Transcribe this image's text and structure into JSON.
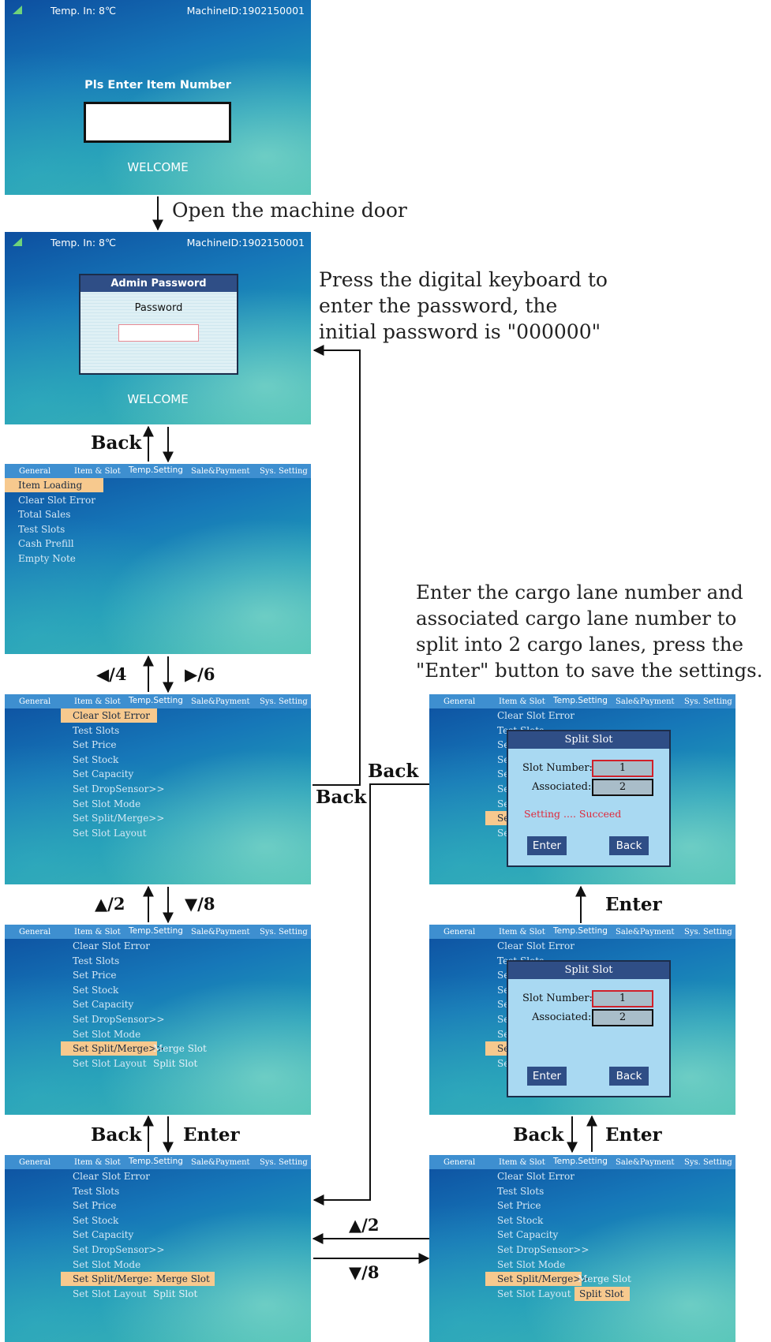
{
  "status": {
    "temp": "Temp.  In:  8℃",
    "machine_id": "MachineID:1902150001"
  },
  "screen1": {
    "prompt": "Pls Enter Item Number",
    "welcome": "WELCOME"
  },
  "screen2": {
    "dialog_title": "Admin Password",
    "field_label": "Password",
    "welcome": "WELCOME"
  },
  "menubar": {
    "general": "General",
    "item_slot": "Item & Slot",
    "temp": "Temp.Setting",
    "sale": "Sale&Payment",
    "sys": "Sys. Setting"
  },
  "general_menu": [
    "Item Loading",
    "Clear Slot Error",
    "Total Sales",
    "Test Slots",
    "Cash Prefill",
    "Empty Note"
  ],
  "slot_menu": [
    "Clear Slot Error",
    "Test Slots",
    "Set Price",
    "Set Stock",
    "Set Capacity",
    "Set DropSensor>>",
    "Set Slot Mode",
    "Set Split/Merge>>",
    "Set Slot Layout"
  ],
  "submenu": {
    "merge": "Merge Slot",
    "split": "Split Slot"
  },
  "split_dialog": {
    "title": "Split Slot",
    "slot_label": "Slot Number:",
    "slot_value": "1",
    "assoc_label": "Associated:",
    "assoc_value": "2",
    "success": "Setting .... Succeed",
    "enter": "Enter",
    "back": "Back"
  },
  "flow_labels": {
    "open_door": "Open the machine door",
    "back": "Back",
    "enter": "Enter",
    "left4": "◀/4",
    "right6": "▶/6",
    "up2": "▲/2",
    "down8": "▼/8"
  },
  "notes": {
    "password": [
      "Press the digital keyboard to",
      "enter the password, the",
      "initial password is \"000000\""
    ],
    "split": [
      "Enter the cargo lane number and",
      "associated cargo lane number to",
      "split into 2 cargo lanes, press the",
      "\"Enter\" button to save the settings."
    ]
  }
}
